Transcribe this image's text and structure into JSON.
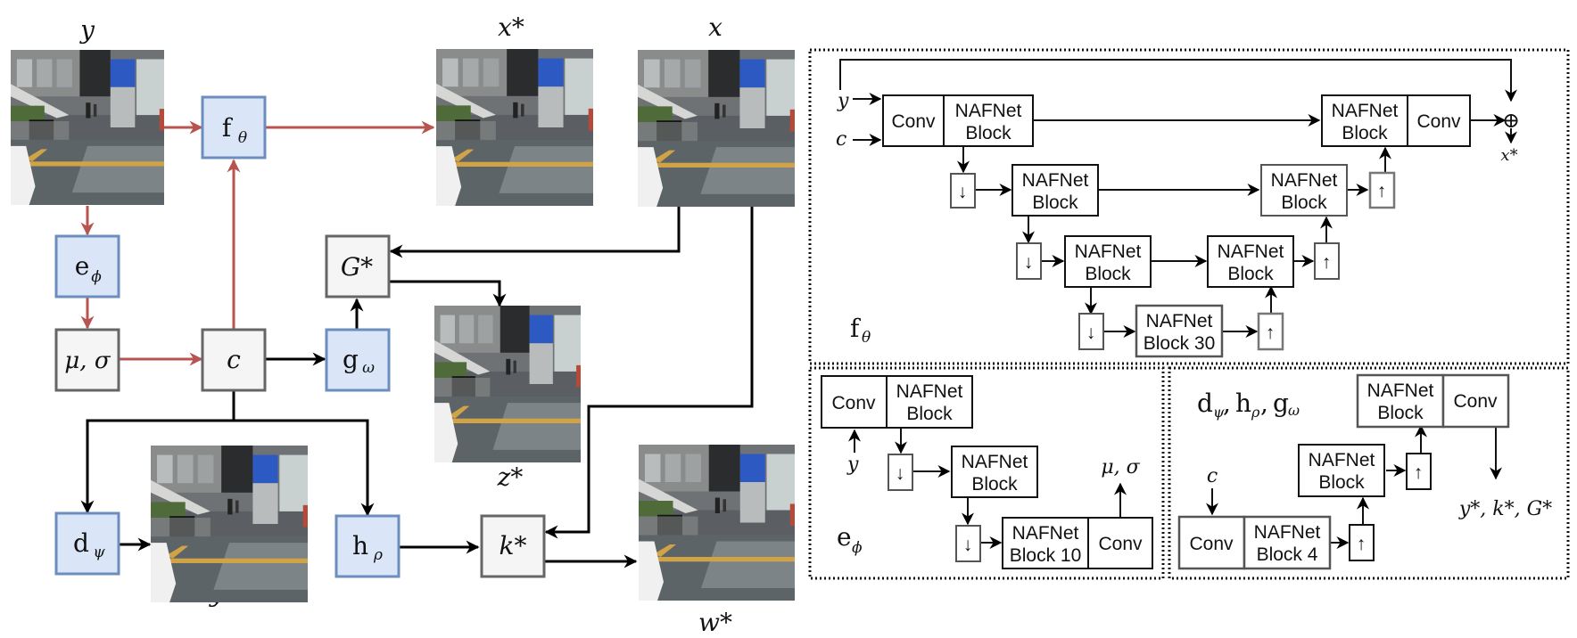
{
  "colors": {
    "learned_fill": "#dae6f8",
    "learned_stroke": "#6c8ebf",
    "fixed_fill": "#f5f5f5",
    "fixed_stroke": "#666666",
    "red_arrow": "#b85450",
    "black_arrow": "#000000"
  },
  "left": {
    "images": {
      "y": "y",
      "x_star": "x*",
      "x": "x",
      "z_star": "z*",
      "y_star": "y*",
      "w_star": "w*"
    },
    "nodes": {
      "f_theta": {
        "main": "f",
        "sub": "θ"
      },
      "e_phi": {
        "main": "e",
        "sub": "ϕ"
      },
      "mu_sigma": {
        "main": "μ, σ"
      },
      "c": {
        "main": "c"
      },
      "g_omega": {
        "main": "g",
        "sub": "ω"
      },
      "G_star": {
        "main": "G*"
      },
      "d_psi": {
        "main": "d",
        "sub": "ψ"
      },
      "h_rho": {
        "main": "h",
        "sub": "ρ"
      },
      "k_star": {
        "main": "k*"
      }
    }
  },
  "f_theta_panel": {
    "title_main": "f",
    "title_sub": "θ",
    "in_y": "y",
    "in_c": "c",
    "out": "x*",
    "plus": "⊕",
    "conv": "Conv",
    "naf1": "NAFNet",
    "naf2": "Block",
    "block30_2": "Block 30",
    "down": "↓",
    "up": "↑"
  },
  "e_phi_panel": {
    "title_main": "e",
    "title_sub": "ϕ",
    "in_y": "y",
    "out": "μ, σ",
    "conv": "Conv",
    "naf1": "NAFNet",
    "naf2": "Block",
    "block10_2": "Block 10",
    "down": "↓"
  },
  "dhg_panel": {
    "title_d": "d",
    "sub_d": "ψ",
    "title_h": "h",
    "sub_h": "ρ",
    "title_g": "g",
    "sub_g": "ω",
    "comma": ",",
    "in_c": "c",
    "out": "y*, k*, G*",
    "conv": "Conv",
    "naf1": "NAFNet",
    "naf2": "Block",
    "block4_2": "Block 4",
    "up": "↑"
  }
}
